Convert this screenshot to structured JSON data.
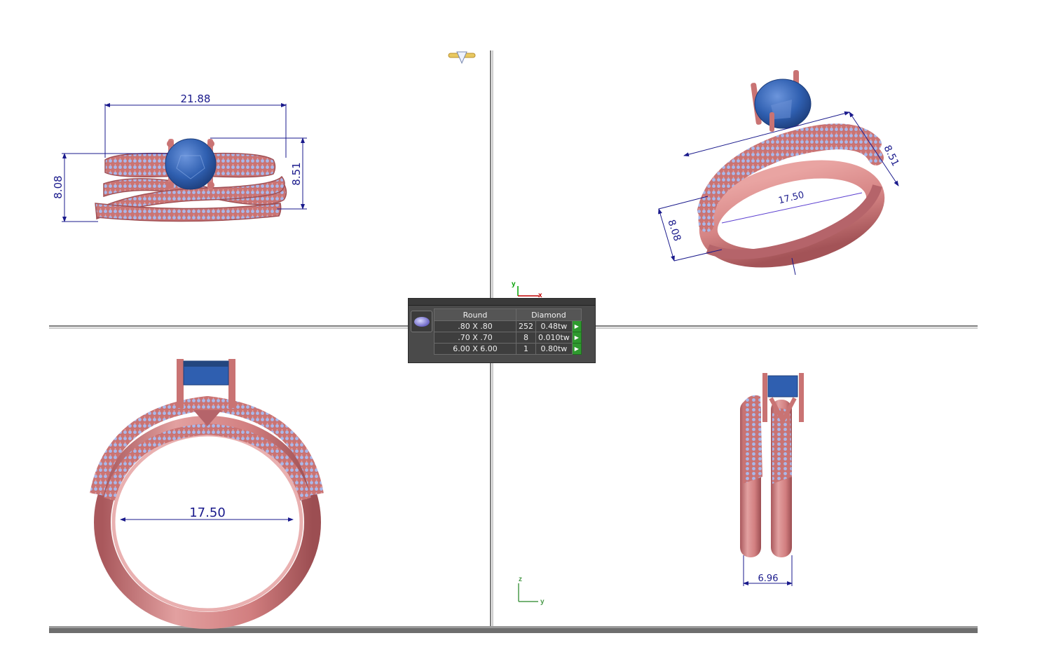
{
  "colors": {
    "metal": "#d98a8a",
    "metal_dark": "#a8555a",
    "gem": "#2f5fb0",
    "pave": "#9fb2e8",
    "dimension": "#1a1a8c",
    "divider": "#555555",
    "panel_bg": "#4a4a4a"
  },
  "viewports": {
    "top_left": {
      "dims": {
        "width": "21.88",
        "left_height": "8.08",
        "right_height": "8.51"
      }
    },
    "top_right": {
      "dims": {
        "diameter": "17.50",
        "height_a": "8.51",
        "height_b": "8.08"
      }
    },
    "bottom_left": {
      "dims": {
        "inner_diameter": "17.50"
      }
    },
    "bottom_right": {
      "dims": {
        "band_width": "6.96"
      }
    }
  },
  "axis_triad_center": {
    "y": "y",
    "x": "x"
  },
  "axis_triad_corner": {
    "z": "z",
    "y": "y"
  },
  "gem_table": {
    "headers": [
      "Round",
      "Diamond"
    ],
    "rows": [
      {
        "size": ".80 X .80",
        "count": "252",
        "weight": "0.48tw"
      },
      {
        "size": ".70 X .70",
        "count": "8",
        "weight": "0.010tw"
      },
      {
        "size": "6.00 X 6.00",
        "count": "1",
        "weight": "0.80tw"
      }
    ]
  },
  "icons": [
    "ring-logo-icon",
    "round-gem-icon",
    "play-arrow-icon"
  ]
}
